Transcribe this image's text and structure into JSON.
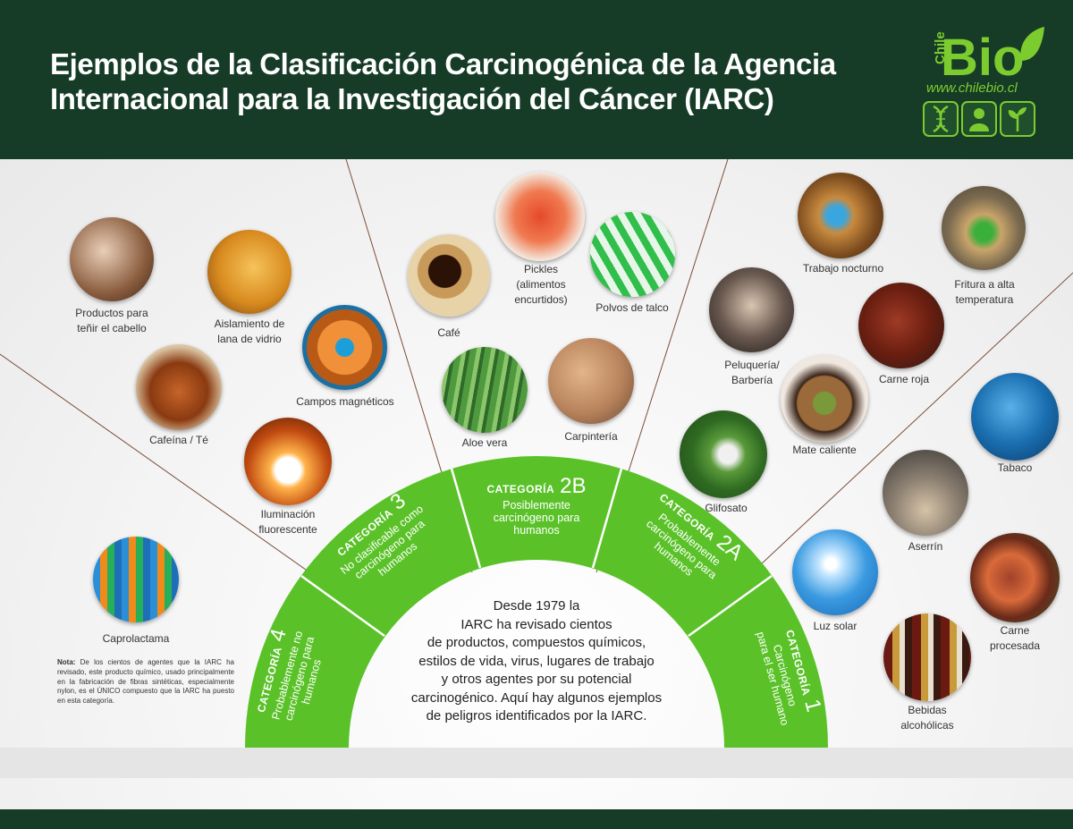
{
  "title": "Ejemplos de la Clasificación Carcinogénica de la Agencia Internacional para la Investigación del Cáncer (IARC)",
  "logo": {
    "chile": "Chile",
    "bio": "Bio",
    "url": "www.chilebio.cl",
    "icons": [
      "dna-icon",
      "person-icon",
      "plant-icon"
    ]
  },
  "colors": {
    "header": "#163c27",
    "category_green": "#5ac228",
    "logo_green": "#7dcc2f"
  },
  "categories": [
    {
      "word": "CATEGORÍA",
      "number": "4",
      "description": "Probablemente no\ncarcinógeno para\nhumanos"
    },
    {
      "word": "CATEGORÍA",
      "number": "3",
      "description": "No clasificable como\ncarcinógeno para\nhumanos"
    },
    {
      "word": "CATEGORÍA",
      "number": "2B",
      "description": "Posiblemente\ncarcinógeno para\nhumanos"
    },
    {
      "word": "CATEGORÍA",
      "number": "2A",
      "description": "Probablemente\ncarcinógeno para\nhumanos"
    },
    {
      "word": "CATEGORÍA",
      "number": "1",
      "description": "Carcinógeno\npara el ser humano"
    }
  ],
  "center_text": "Desde 1979 la\nIARC ha revisado cientos\nde productos, compuestos químicos,\nestilos de vida, virus, lugares de trabajo\ny otros agentes por su potencial\ncarcinogénico. Aquí hay algunos ejemplos\nde peligros identificados por la IARC.",
  "note": {
    "bold": "Nota:",
    "text": "De los cientos de agentes que la IARC ha revisado, este producto químico, usado principalmente en la fabricación de fibras sintéticas, especialmente nylon, es el ÚNICO compuesto que la IARC ha puesto en esta categoría."
  },
  "items": {
    "cat4": [
      {
        "label": "Caprolactama"
      }
    ],
    "cat3": [
      {
        "label": "Productos para\nteñir el cabello"
      },
      {
        "label": "Aislamiento de\nlana de vidrio"
      },
      {
        "label": "Cafeína / Té"
      },
      {
        "label": "Campos magnéticos"
      },
      {
        "label": "Iluminación\nfluorescente"
      }
    ],
    "cat2b": [
      {
        "label": "Café"
      },
      {
        "label": "Pickles\n(alimentos\nencurtidos)"
      },
      {
        "label": "Polvos de talco"
      },
      {
        "label": "Aloe vera"
      },
      {
        "label": "Carpintería"
      }
    ],
    "cat2a": [
      {
        "label": "Trabajo nocturno"
      },
      {
        "label": "Peluquería/\nBarbería"
      },
      {
        "label": "Carne roja"
      },
      {
        "label": "Mate caliente"
      },
      {
        "label": "Glifosato"
      }
    ],
    "cat1": [
      {
        "label": "Fritura a alta\ntemperatura"
      },
      {
        "label": "Tabaco"
      },
      {
        "label": "Aserrín"
      },
      {
        "label": "Luz solar"
      },
      {
        "label": "Carne\nprocesada"
      },
      {
        "label": "Bebidas\nalcohólicas"
      }
    ]
  }
}
